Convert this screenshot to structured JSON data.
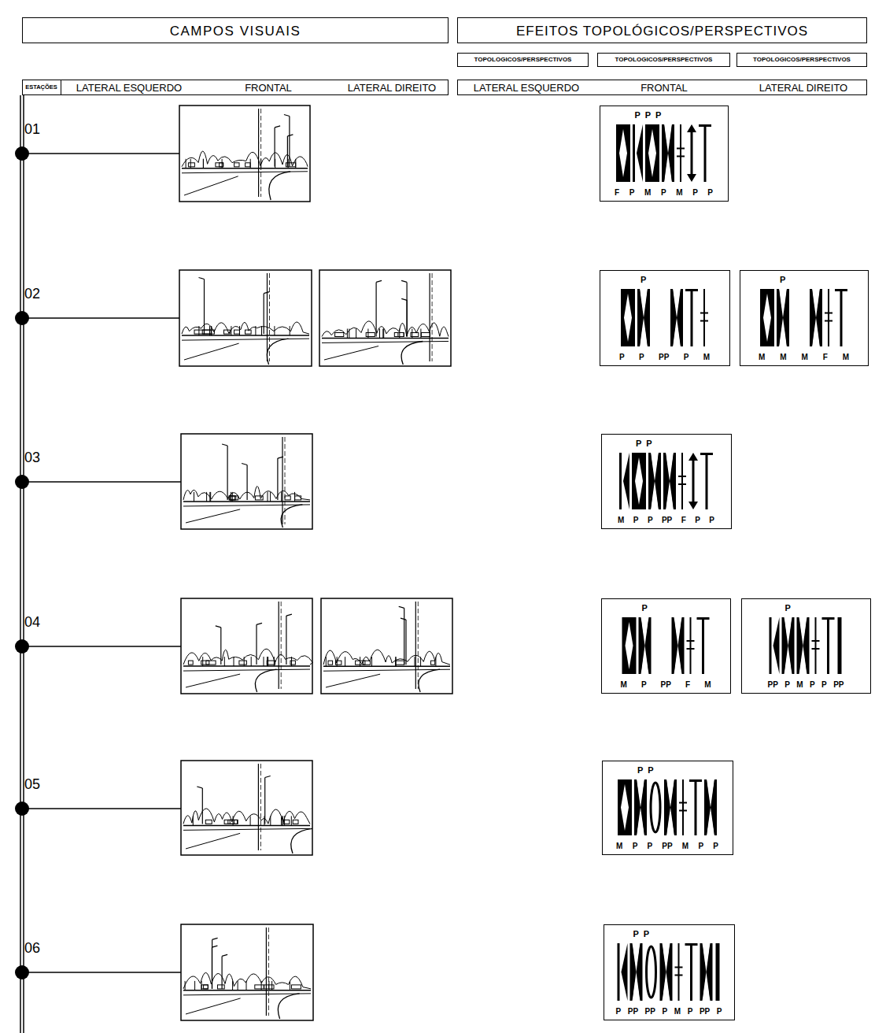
{
  "diagram": {
    "nodes": [
      {
        "text": [
          "CAMPOS VISUAIS"
        ]
      },
      {
        "text": [
          "EFEITOS TOPOLÓGICOS/PERSPECTIVOS"
        ]
      },
      {
        "text": [
          "TOPOLOGICOS/PERSPECTIVOS"
        ]
      },
      {
        "text": [
          "TOPOLOGICOS/PERSPECTIVOS"
        ]
      },
      {
        "text": [
          "TOPOLOGICOS/PERSPECTIVOS"
        ]
      },
      {
        "text": [
          "LATERAL ESQUERDO",
          "FRONTAL",
          "LATERAL DIREITO"
        ]
      },
      {
        "text": [
          "ESTAÇÕES"
        ],
        "in": 5
      },
      {
        "text": [
          "LATERAL ESQUERDO",
          "FRONTAL",
          "LATERAL DIREITO"
        ]
      },
      {
        "text": [
          "P P P",
          "F P M P M P P"
        ]
      },
      {
        "text": [
          "P",
          "P P PP P M"
        ]
      },
      {
        "text": [
          "P",
          "M M M F M"
        ]
      },
      {
        "text": [
          "P P",
          "M P P PP F P P"
        ]
      },
      {
        "text": [
          "P",
          "M P PP F M"
        ]
      },
      {
        "text": [
          "P",
          "PP P M P P PP"
        ]
      },
      {
        "text": [
          "P P",
          "M P P PP M P P"
        ]
      },
      {
        "text": [
          "P P",
          "P PP PP P M P PP P"
        ]
      }
    ],
    "labels": [
      "01",
      "02",
      "03",
      "04",
      "05",
      "06"
    ]
  }
}
